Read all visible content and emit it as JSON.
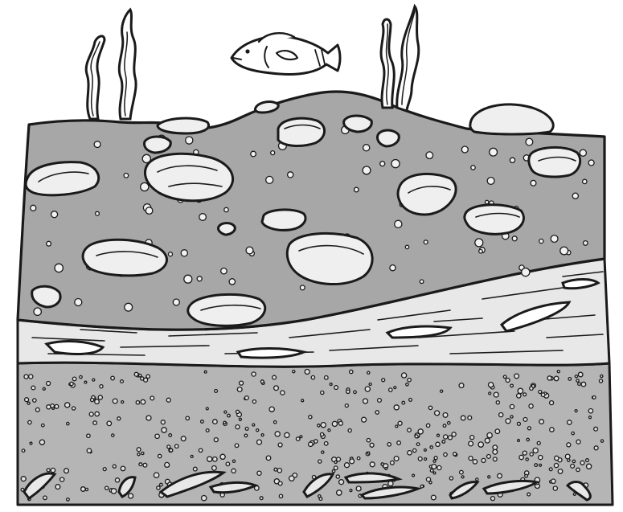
{
  "scene": {
    "subject": "sediment-layers-cross-section",
    "colors": {
      "background": "#ffffff",
      "ink": "#1a1a1a",
      "gravel_layer": "#a7a7a7",
      "silt_layer": "#e8e8e8",
      "sand_layer": "#b5b5b5",
      "pebble": "#efefef",
      "fish": "#ffffff"
    },
    "layers": [
      {
        "id": "gravel-layer",
        "kind": "coarse gravel with rounded cobbles"
      },
      {
        "id": "silt-layer",
        "kind": "laminated silt with fossil fragments"
      },
      {
        "id": "sand-layer",
        "kind": "fine sand with fossil fragments"
      }
    ],
    "features": [
      "fish",
      "seaweed"
    ]
  }
}
